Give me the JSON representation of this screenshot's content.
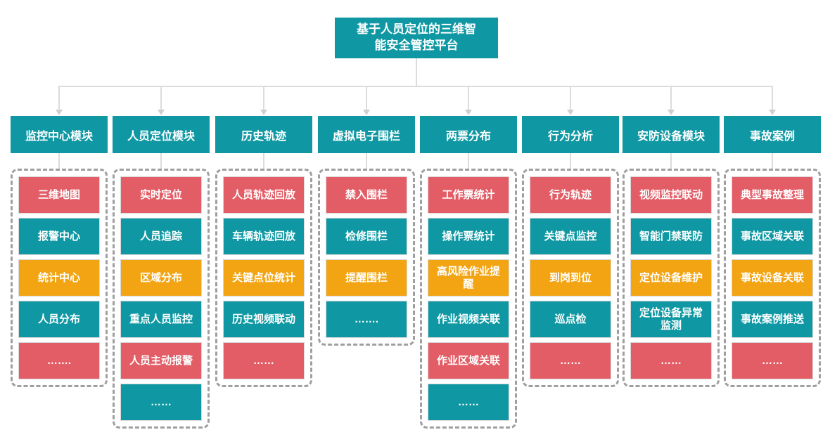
{
  "palette": {
    "teal": "#0F98A3",
    "red": "#E25D66",
    "orange": "#F2A413",
    "line": "#DCDCDC",
    "arrow": "#CFCFCF",
    "dash": "#9F9F9F",
    "item_border": "#D8D8D8",
    "bg": "#FFFFFF"
  },
  "root": {
    "title": "基于人员定位的三维智\n能安全管控平台"
  },
  "columns": [
    {
      "header": "监控中心模块",
      "items": [
        {
          "label": "三维地图",
          "color": "red"
        },
        {
          "label": "报警中心",
          "color": "teal"
        },
        {
          "label": "统计中心",
          "color": "orange"
        },
        {
          "label": "人员分布",
          "color": "teal"
        },
        {
          "label": "…….",
          "color": "red"
        }
      ]
    },
    {
      "header": "人员定位模块",
      "items": [
        {
          "label": "实时定位",
          "color": "red"
        },
        {
          "label": "人员追踪",
          "color": "teal"
        },
        {
          "label": "区域分布",
          "color": "orange"
        },
        {
          "label": "重点人员监控",
          "color": "teal"
        },
        {
          "label": "人员主动报警",
          "color": "red"
        },
        {
          "label": "……",
          "color": "teal"
        }
      ]
    },
    {
      "header": "历史轨迹",
      "items": [
        {
          "label": "人员轨迹回放",
          "color": "red"
        },
        {
          "label": "车辆轨迹回放",
          "color": "teal"
        },
        {
          "label": "关键点位统计",
          "color": "orange"
        },
        {
          "label": "历史视频联动",
          "color": "teal"
        },
        {
          "label": "……",
          "color": "red"
        }
      ]
    },
    {
      "header": "虚拟电子围栏",
      "items": [
        {
          "label": "禁入围栏",
          "color": "red"
        },
        {
          "label": "检修围栏",
          "color": "teal"
        },
        {
          "label": "提醒围栏",
          "color": "orange"
        },
        {
          "label": "…….",
          "color": "teal"
        }
      ]
    },
    {
      "header": "两票分布",
      "items": [
        {
          "label": "工作票统计",
          "color": "red"
        },
        {
          "label": "操作票统计",
          "color": "teal"
        },
        {
          "label": "高风险作业提\n醒",
          "color": "orange"
        },
        {
          "label": "作业视频关联",
          "color": "teal"
        },
        {
          "label": "作业区域关联",
          "color": "red"
        },
        {
          "label": "……",
          "color": "teal"
        }
      ]
    },
    {
      "header": "行为分析",
      "items": [
        {
          "label": "行为轨迹",
          "color": "red"
        },
        {
          "label": "关键点监控",
          "color": "teal"
        },
        {
          "label": "到岗到位",
          "color": "orange"
        },
        {
          "label": "巡点检",
          "color": "teal"
        },
        {
          "label": "……",
          "color": "red"
        }
      ]
    },
    {
      "header": "安防设备模块",
      "items": [
        {
          "label": "视频监控联动",
          "color": "red"
        },
        {
          "label": "智能门禁联防",
          "color": "teal"
        },
        {
          "label": "定位设备维护",
          "color": "orange"
        },
        {
          "label": "定位设备异常\n监测",
          "color": "teal"
        },
        {
          "label": "……",
          "color": "red"
        }
      ]
    },
    {
      "header": "事故案例",
      "items": [
        {
          "label": "典型事故整理",
          "color": "red"
        },
        {
          "label": "事故区域关联",
          "color": "teal"
        },
        {
          "label": "事故设备关联",
          "color": "orange"
        },
        {
          "label": "事故案例推送",
          "color": "teal"
        },
        {
          "label": "……",
          "color": "red"
        }
      ]
    }
  ]
}
